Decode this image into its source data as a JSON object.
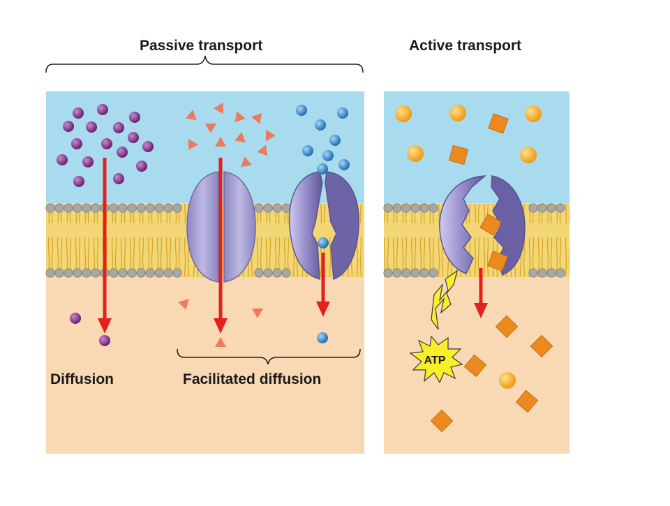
{
  "headings": {
    "passive": "Passive transport",
    "active": "Active transport"
  },
  "captions": {
    "diffusion": "Diffusion",
    "facilitated": "Facilitated diffusion"
  },
  "atp_label": "ATP",
  "colors": {
    "extracellular": "#a9dbef",
    "cytoplasm": "#f9d8b4",
    "lipid_head": "#a7a7a7",
    "lipid_tail": "#e9c14a",
    "arrow": "#e2211c",
    "channel_protein": "#a9a3d4",
    "carrier_protein": "#8f86c4",
    "purple_solute": "#7d2a82",
    "triangle_solute": "#ec7b5e",
    "blue_solute": "#3281c4",
    "orange_sphere": "#f3a623",
    "orange_diamond": "#ec8a1f",
    "atp_burst": "#f8ef2a"
  }
}
